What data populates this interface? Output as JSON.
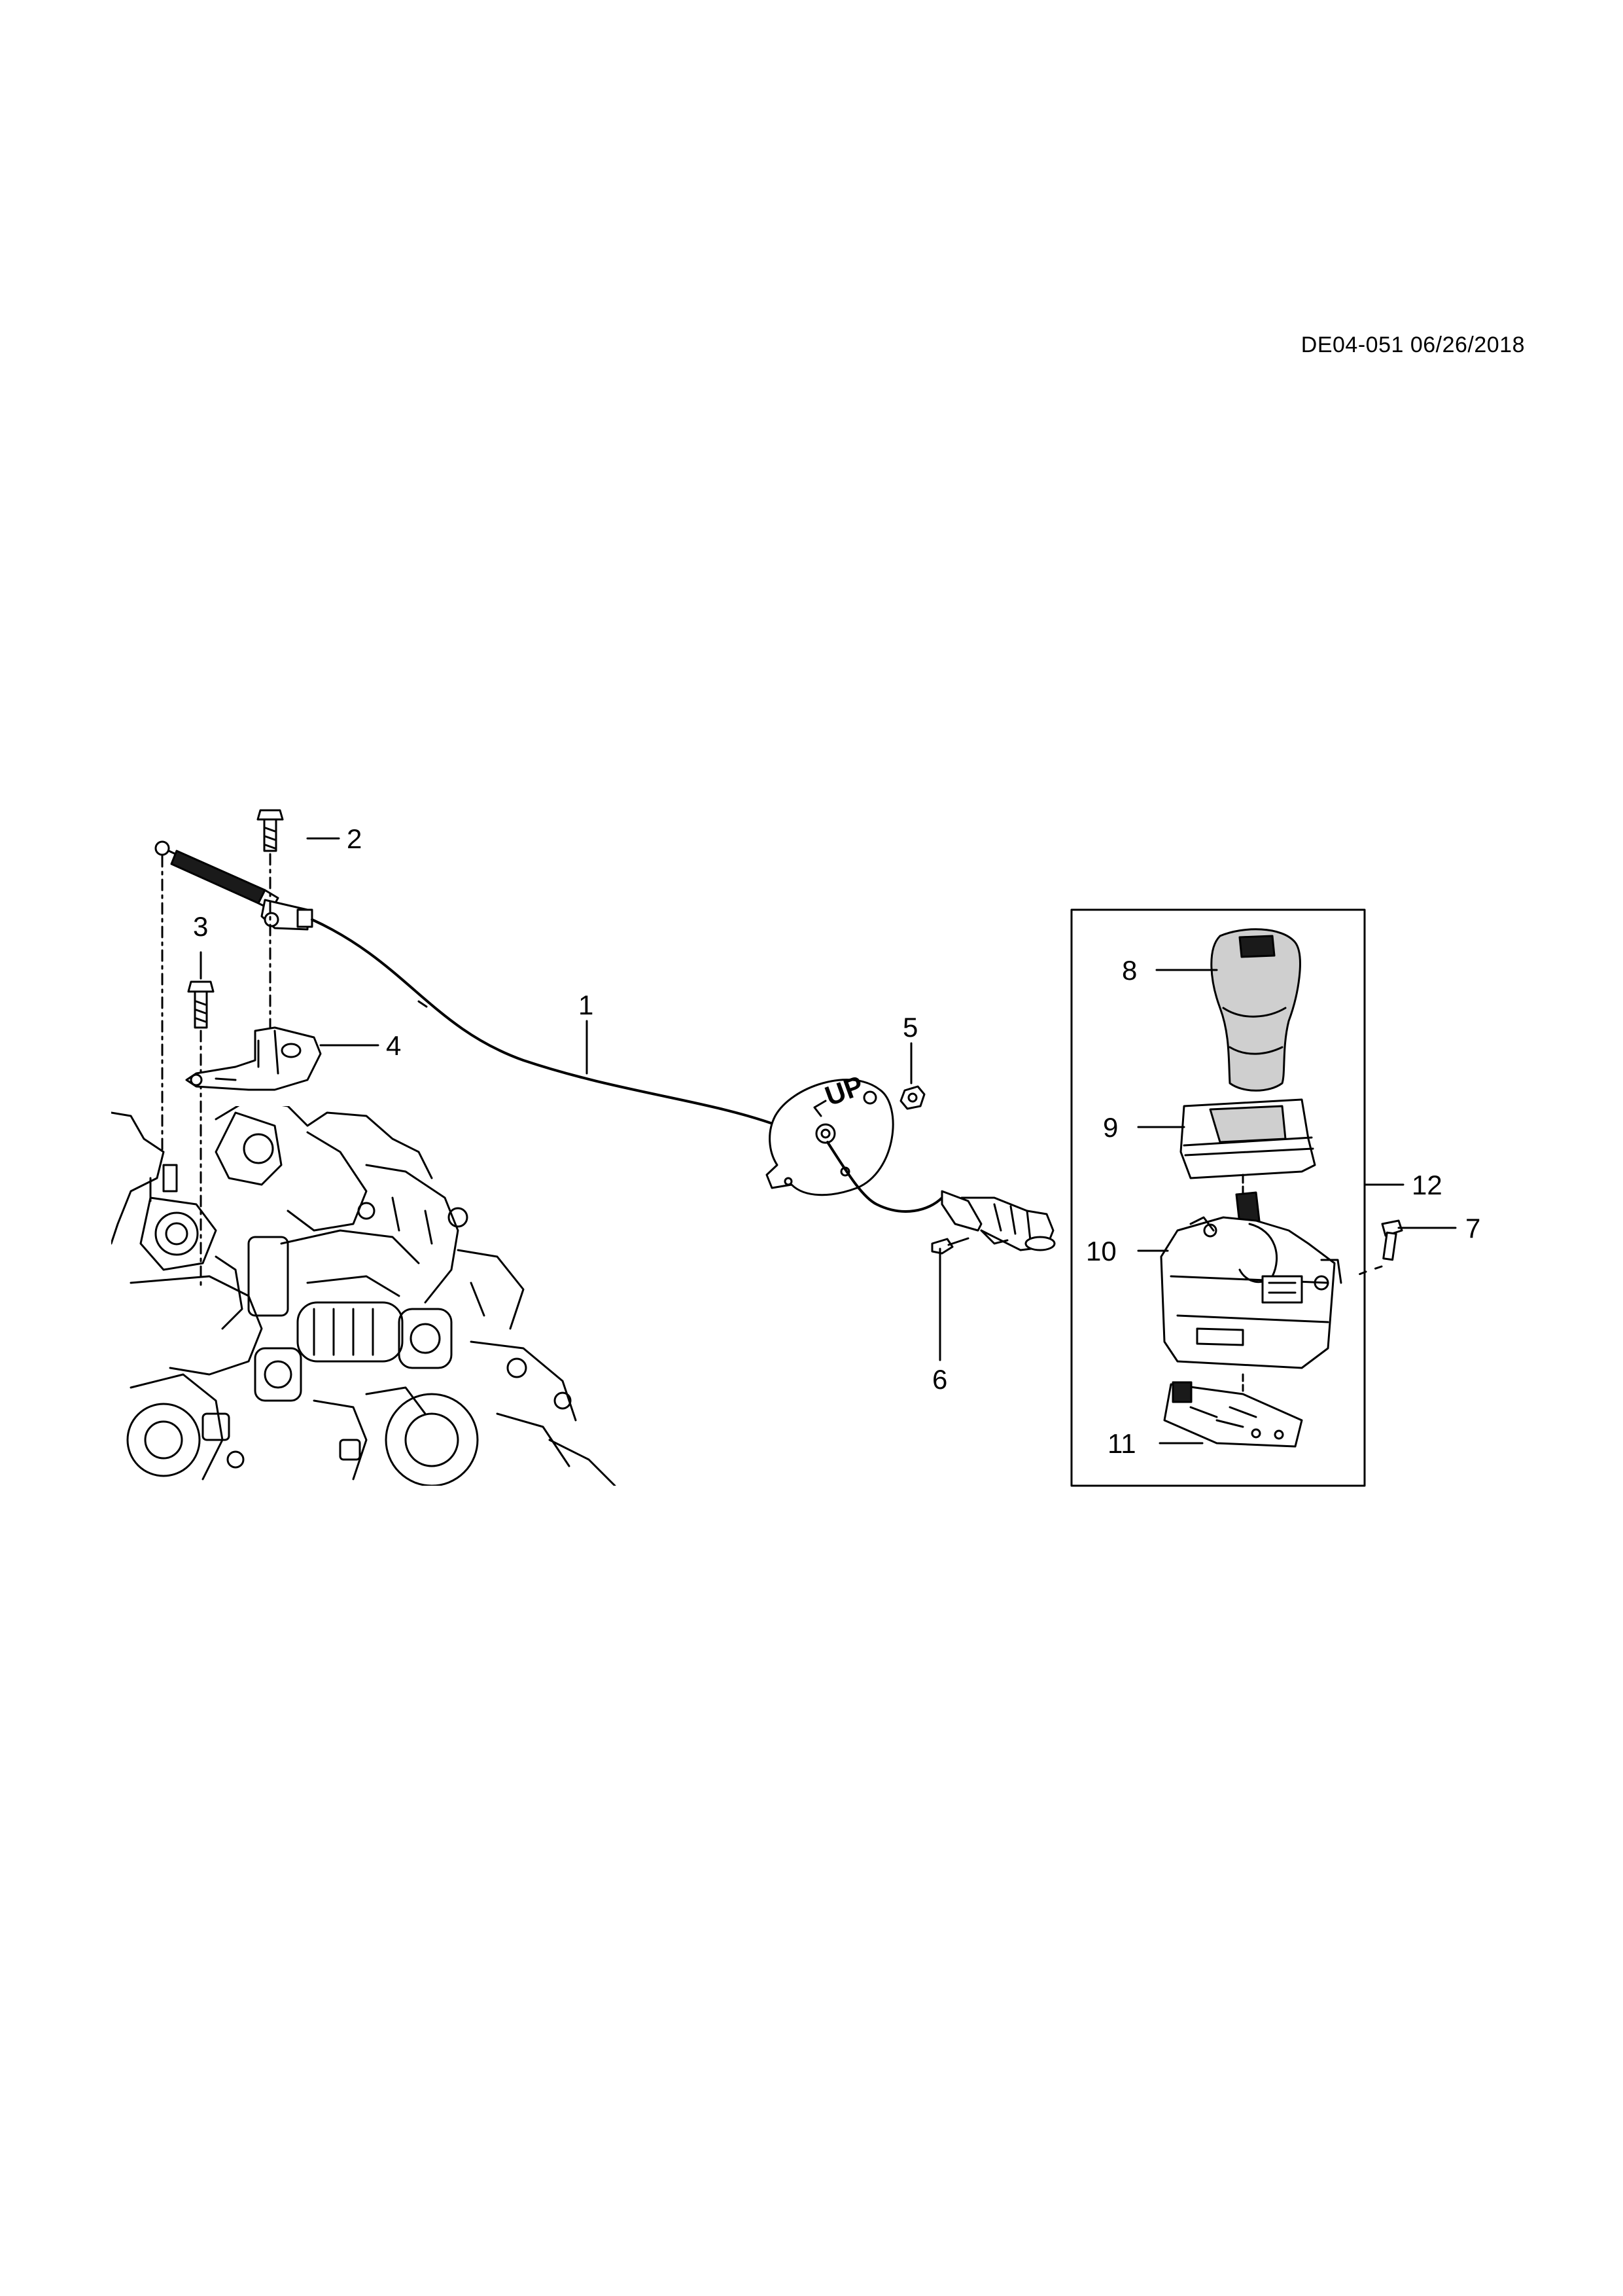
{
  "document": {
    "reference": "DE04-051 06/26/2018"
  },
  "callouts": [
    {
      "id": "1",
      "label": "1"
    },
    {
      "id": "2",
      "label": "2"
    },
    {
      "id": "3",
      "label": "3"
    },
    {
      "id": "4",
      "label": "4"
    },
    {
      "id": "5",
      "label": "5"
    },
    {
      "id": "6",
      "label": "6"
    },
    {
      "id": "7",
      "label": "7"
    },
    {
      "id": "8",
      "label": "8"
    },
    {
      "id": "9",
      "label": "9"
    },
    {
      "id": "10",
      "label": "10"
    },
    {
      "id": "11",
      "label": "11"
    },
    {
      "id": "12",
      "label": "12"
    }
  ],
  "embossed": {
    "grommet_plate_text": "UP"
  },
  "colors": {
    "line": "#000000",
    "background": "#ffffff",
    "shade": "#cfcfcf"
  }
}
